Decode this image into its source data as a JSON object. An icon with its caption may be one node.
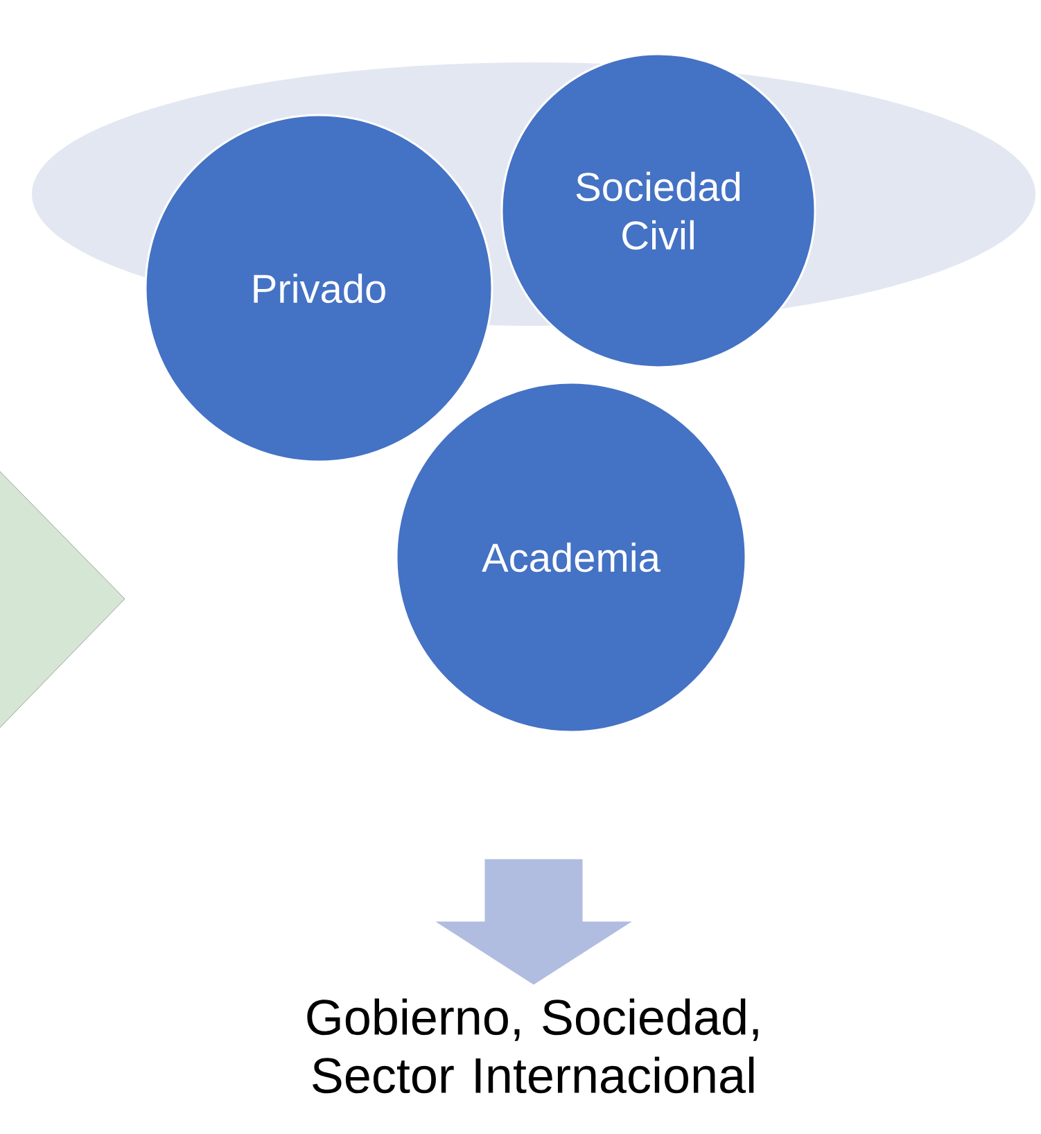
{
  "diagram": {
    "nodes": [
      {
        "text": [],
        "shape": "ellipse"
      },
      {
        "text": [
          "Privado"
        ]
      },
      {
        "text": [
          "Sociedad Civil"
        ]
      },
      {
        "text": [
          "Academia"
        ]
      },
      {
        "text": [
          "Gobierno, Sociedad, Sector Internacional"
        ]
      }
    ],
    "edges": [
      {
        "from": null,
        "to": 4,
        "arrow": "to",
        "style": "thick"
      }
    ]
  }
}
